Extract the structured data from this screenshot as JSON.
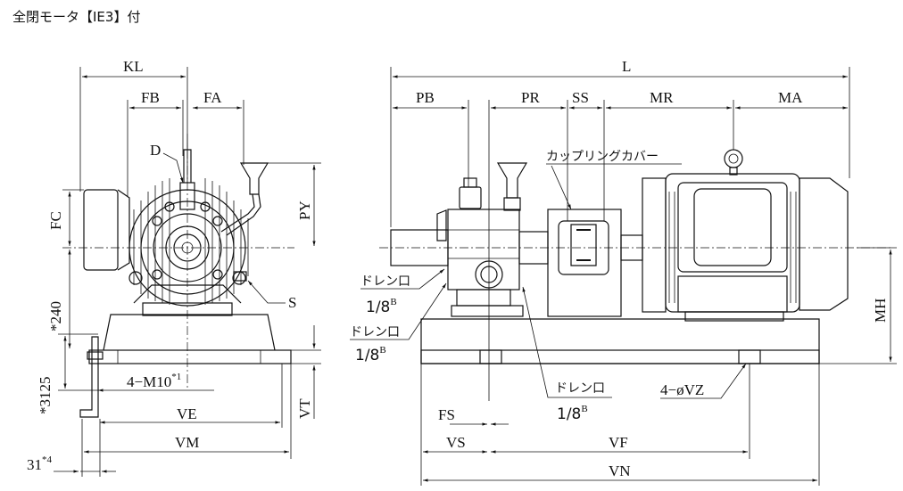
{
  "title": "全閉モータ【IE3】付",
  "left_view": {
    "kl": "KL",
    "fb": "FB",
    "fa": "FA",
    "d": "D",
    "fc": "FC",
    "py": "PY",
    "s": "S",
    "d240": "*240",
    "d3125": "*3125",
    "bolt_main": "4−M10",
    "bolt_sup": "*1",
    "ve": "VE",
    "vm": "VM",
    "vt": "VT",
    "d31": "31",
    "d31_sup": "*4"
  },
  "right_view": {
    "l": "L",
    "pb": "PB",
    "pr": "PR",
    "ss": "SS",
    "mr": "MR",
    "ma": "MA",
    "coupling_cover": "カップリングカバー",
    "drain1_label": "ドレン口",
    "drain1_size": "1/8",
    "drain1_sup": "B",
    "drain2_label": "ドレン口",
    "drain2_size": "1/8",
    "drain2_sup": "B",
    "drain3_label": "ドレン口",
    "drain3_size": "1/8",
    "drain3_sup": "B",
    "mh": "MH",
    "fs": "FS",
    "vs": "VS",
    "vf": "VF",
    "vn": "VN",
    "vz": "4−øVZ"
  }
}
